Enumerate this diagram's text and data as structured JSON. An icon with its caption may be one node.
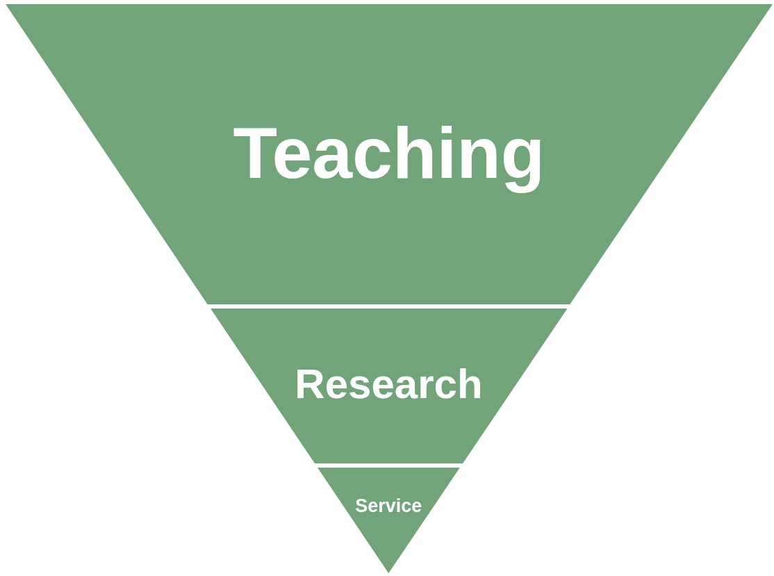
{
  "diagram": {
    "nodes": [
      {
        "text": [
          "Teaching"
        ]
      },
      {
        "text": [
          "Research"
        ]
      },
      {
        "text": [
          "Service"
        ]
      }
    ]
  }
}
